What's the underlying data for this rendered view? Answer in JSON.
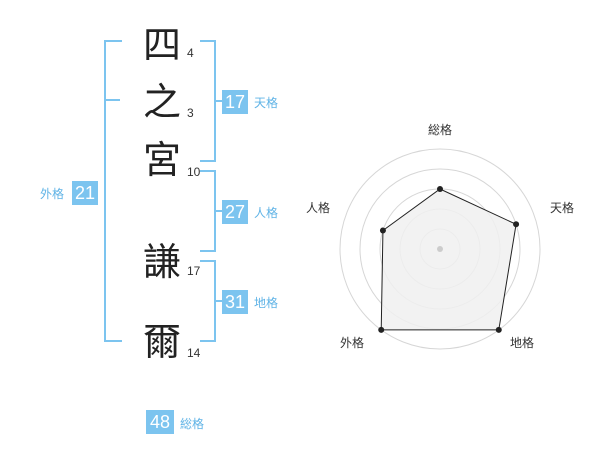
{
  "name": {
    "chars": [
      {
        "char": "四",
        "strokes": "4"
      },
      {
        "char": "之",
        "strokes": "3"
      },
      {
        "char": "宮",
        "strokes": "10"
      },
      {
        "char": "謙",
        "strokes": "17"
      },
      {
        "char": "爾",
        "strokes": "14"
      }
    ]
  },
  "fortune": {
    "tenkaku": {
      "value": "17",
      "label": "天格"
    },
    "jinkaku": {
      "value": "27",
      "label": "人格"
    },
    "chikaku": {
      "value": "31",
      "label": "地格"
    },
    "gaikaku": {
      "value": "21",
      "label": "外格"
    },
    "soukaku": {
      "value": "48",
      "label": "総格"
    }
  },
  "radar": {
    "labels": {
      "top": "総格",
      "right_upper": "天格",
      "right_lower": "地格",
      "left_lower": "外格",
      "left_upper": "人格"
    },
    "levels": 5,
    "values_fraction": {
      "top": 0.6,
      "right_upper": 0.8,
      "right_lower": 1.0,
      "left_lower": 1.0,
      "left_upper": 0.6
    },
    "colors": {
      "accent": "#7cc4ef",
      "fill": "#f0f0f0",
      "grid": "#d6d6d6",
      "line": "#222222"
    }
  }
}
